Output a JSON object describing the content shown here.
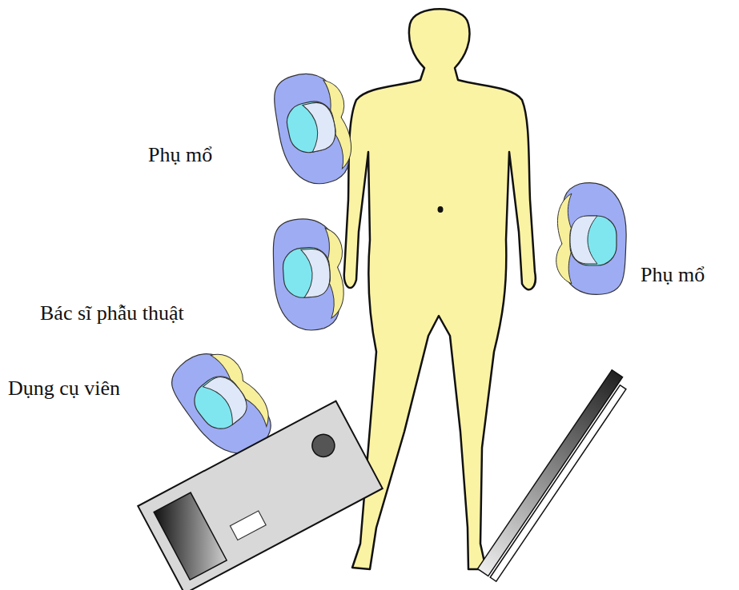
{
  "diagram": {
    "labels": [
      "Phụ mổ",
      "Phụ mổ",
      "Bác sĩ phẫu thuật",
      "Dụng cụ viên"
    ]
  }
}
